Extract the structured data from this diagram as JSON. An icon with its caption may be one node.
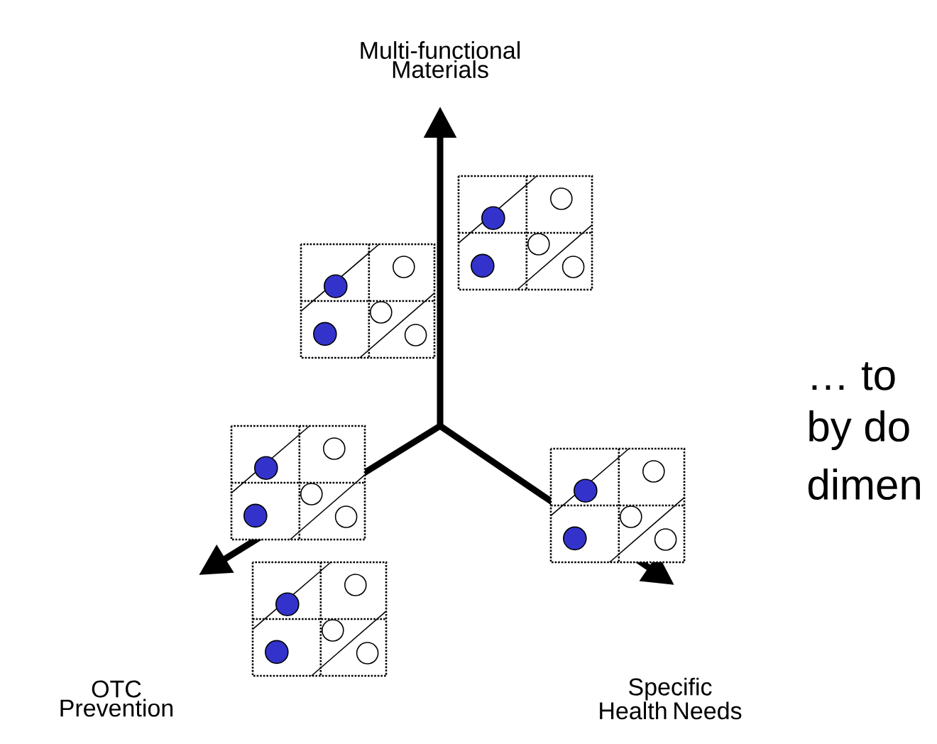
{
  "diagram": {
    "labels": [
      "Multi-functional Materials",
      "OTC Prevention",
      "Specific Health Needs",
      "… to",
      "by do",
      "dimen"
    ]
  }
}
